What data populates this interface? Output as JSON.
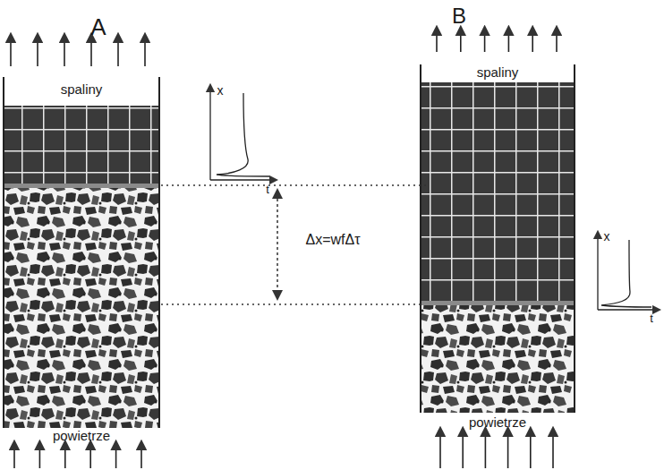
{
  "diagram": {
    "labels": [
      "A",
      "spaliny",
      "powietrze",
      "x",
      "t",
      "Δx=wfΔτ",
      "B",
      "spaliny",
      "powietrze",
      "x",
      "t"
    ]
  }
}
